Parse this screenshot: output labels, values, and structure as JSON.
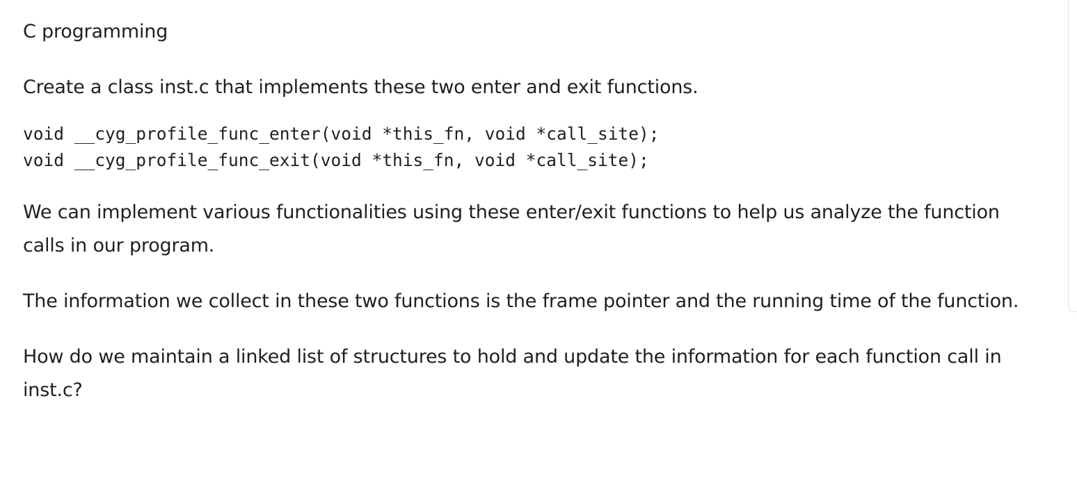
{
  "document": {
    "title": "C programming",
    "intro": "Create a class inst.c that implements these two enter and exit functions.",
    "code_lines": [
      "void __cyg_profile_func_enter(void *this_fn, void *call_site);",
      "void __cyg_profile_func_exit(void *this_fn, void *call_site);"
    ],
    "paragraphs": [
      "We can implement various functionalities using these enter/exit functions to help us analyze the function calls in our program.",
      "The information we collect in these two functions is the frame pointer and the running time of the function.",
      "How do we maintain a linked list of structures to hold and update the information for each function call in inst.c?"
    ]
  }
}
